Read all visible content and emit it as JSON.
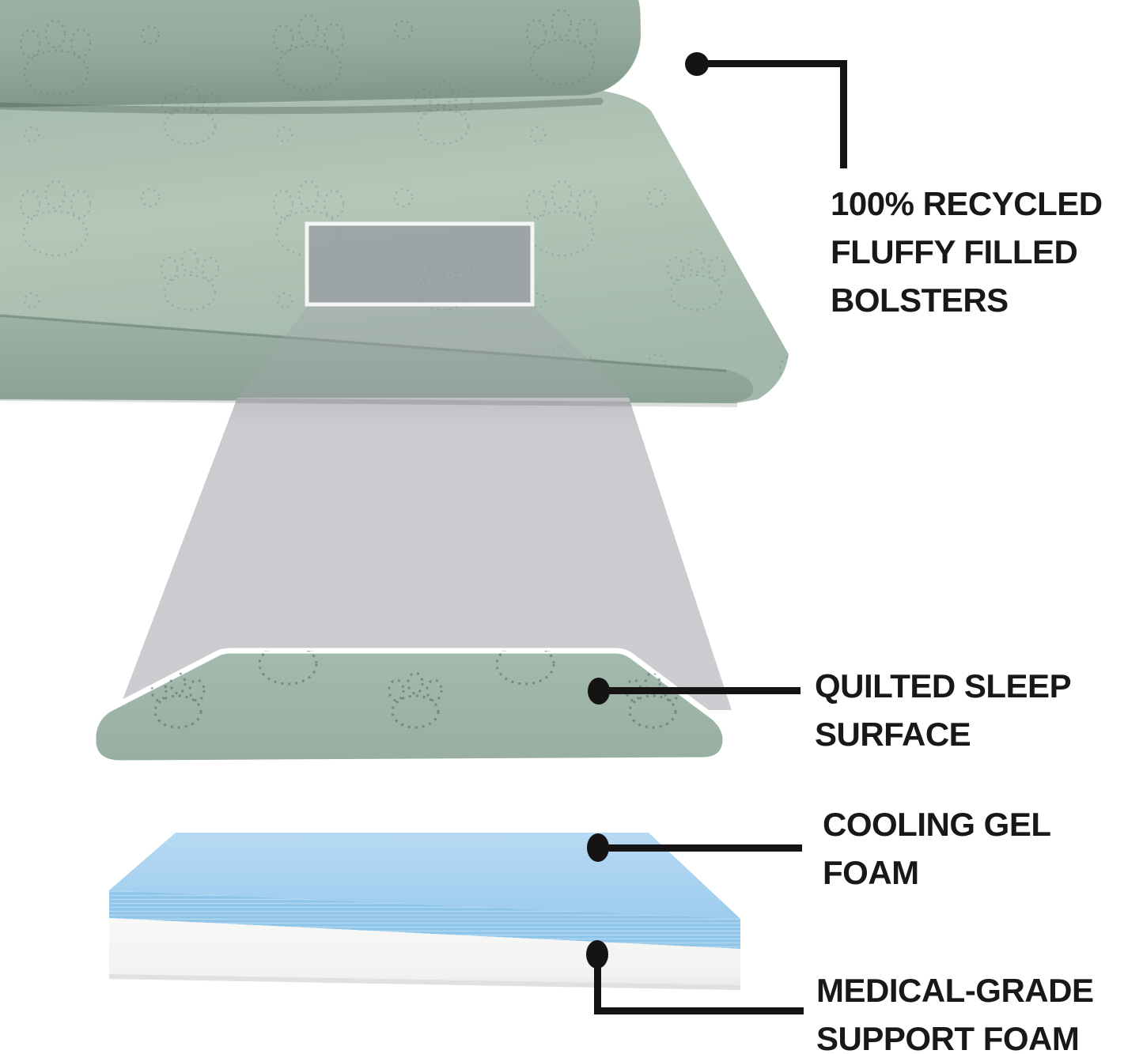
{
  "infographic": {
    "callouts": {
      "bolsters": {
        "lines": [
          "100% RECYCLED",
          "FLUFFY FILLED",
          "BOLSTERS"
        ]
      },
      "sleep_surface": {
        "lines": [
          "QUILTED SLEEP",
          "SURFACE"
        ]
      },
      "cooling_gel": {
        "lines": [
          "COOLING GEL",
          "FOAM"
        ]
      },
      "support_foam": {
        "lines": [
          "MEDICAL-GRADE",
          "SUPPORT FOAM"
        ]
      }
    },
    "parts": {
      "bed": "quilted-bolster-pet-bed",
      "beam": "magnifier-projection-beam",
      "layer_top": "quilted-sleep-surface-layer",
      "layer_gel": "cooling-gel-foam-layer",
      "layer_base": "medical-grade-support-foam-layer"
    },
    "colors": {
      "callout_text": "#1a1718",
      "connector_black": "#151314",
      "bed_sage": "#9bb1a4",
      "bed_surface": "#aec2b4",
      "bed_band": "#95ab9d",
      "quilt_layer": "#9fb6a9",
      "beam_gray": "#cbcbcf",
      "foam_blue_top": "#a9d2ee",
      "foam_blue_front": "#8ec5e9",
      "foam_white": "#f6f6f4",
      "background": "#ffffff"
    }
  }
}
